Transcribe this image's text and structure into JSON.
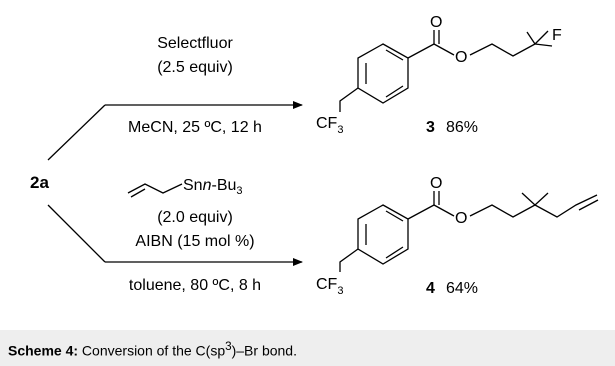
{
  "start": {
    "label": "2a"
  },
  "reaction_top": {
    "reagent": "Selectfluor",
    "equiv": "(2.5 equiv)",
    "conditions": "MeCN, 25 ºC, 12 h",
    "product_number": "3",
    "yield": "86%",
    "atoms": {
      "carbonyl_o": "O",
      "ester_o": "O",
      "fluorine": "F",
      "cf3_main": "CF",
      "cf3_sub": "3"
    }
  },
  "reaction_bottom": {
    "reagent_tin": "Sn",
    "reagent_nbu_prefix": "n",
    "reagent_nbu_suffix": "-Bu",
    "reagent_sub": "3",
    "equiv": "(2.0 equiv)",
    "initiator": "AIBN (15 mol %)",
    "conditions": "toluene, 80 ºC, 8 h",
    "product_number": "4",
    "yield": "64%",
    "atoms": {
      "carbonyl_o": "O",
      "ester_o": "O",
      "cf3_main": "CF",
      "cf3_sub": "3"
    }
  },
  "caption": {
    "label": "Scheme 4:",
    "text_pre": " Conversion of the C(sp",
    "superscript": "3",
    "text_post": ")–Br bond."
  },
  "colors": {
    "caption_background": "#eeeeee",
    "ink": "#000000"
  }
}
